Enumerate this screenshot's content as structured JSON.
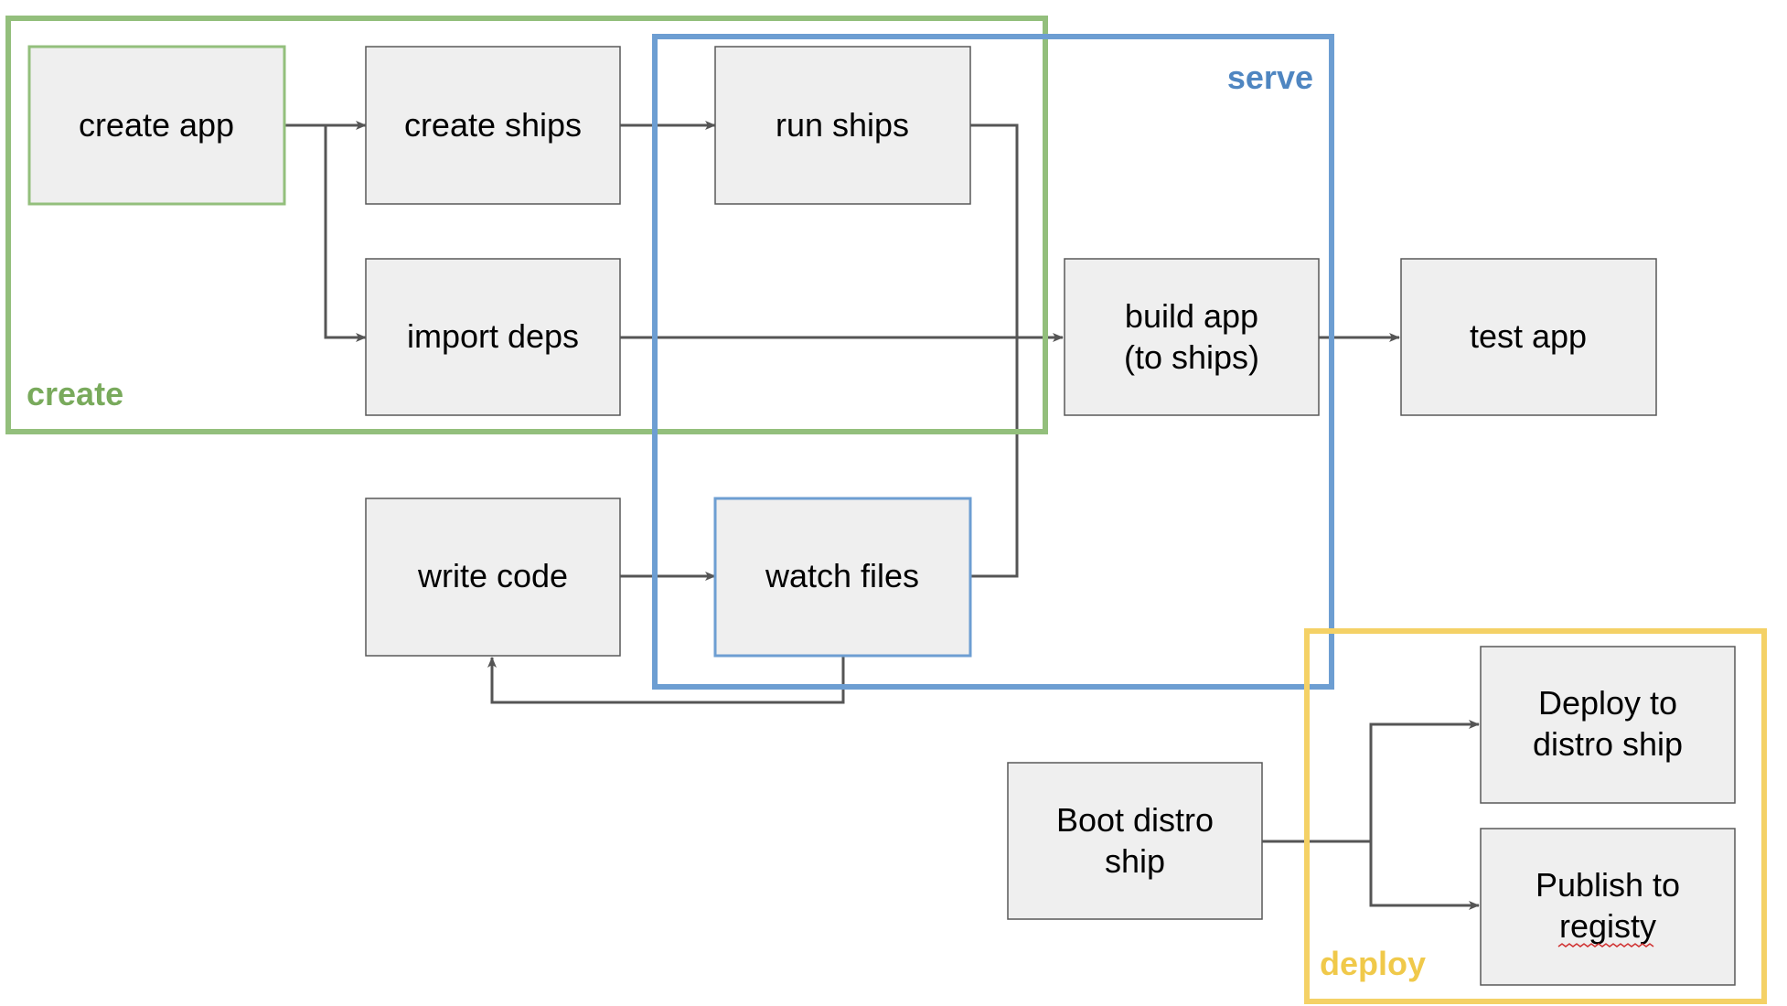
{
  "colors": {
    "create": "#93bf7c",
    "serve": "#6d9ed2",
    "deploy": "#f4d166",
    "create_text": "#79aa5c",
    "serve_text": "#4f86c1",
    "deploy_text": "#f0c94a",
    "node_fill": "#efefef",
    "node_stroke": "#595959",
    "edge": "#555555"
  },
  "groups": {
    "create": {
      "label": "create"
    },
    "serve": {
      "label": "serve"
    },
    "deploy": {
      "label": "deploy"
    }
  },
  "nodes": {
    "create_app": {
      "lines": [
        "create app"
      ]
    },
    "create_ships": {
      "lines": [
        "create ships"
      ]
    },
    "run_ships": {
      "lines": [
        "run ships"
      ]
    },
    "import_deps": {
      "lines": [
        "import deps"
      ]
    },
    "build_app": {
      "lines": [
        "build app",
        "(to ships)"
      ]
    },
    "test_app": {
      "lines": [
        "test app"
      ]
    },
    "write_code": {
      "lines": [
        "write code"
      ]
    },
    "watch_files": {
      "lines": [
        "watch files"
      ]
    },
    "boot_distro": {
      "lines": [
        "Boot distro",
        "ship"
      ]
    },
    "deploy_distro": {
      "lines": [
        "Deploy to",
        "distro ship"
      ]
    },
    "publish_registry": {
      "lines": [
        "Publish to",
        "registy"
      ]
    }
  },
  "edges": [
    {
      "from": "create_app",
      "to": "create_ships"
    },
    {
      "from": "create_app",
      "to": "import_deps"
    },
    {
      "from": "create_ships",
      "to": "run_ships"
    },
    {
      "from": "import_deps",
      "to": "build_app"
    },
    {
      "from": "run_ships",
      "to": "build_app"
    },
    {
      "from": "watch_files",
      "to": "build_app"
    },
    {
      "from": "build_app",
      "to": "test_app"
    },
    {
      "from": "write_code",
      "to": "watch_files"
    },
    {
      "from": "watch_files",
      "to": "write_code"
    },
    {
      "from": "boot_distro",
      "to": "deploy_distro"
    },
    {
      "from": "boot_distro",
      "to": "publish_registry"
    }
  ]
}
